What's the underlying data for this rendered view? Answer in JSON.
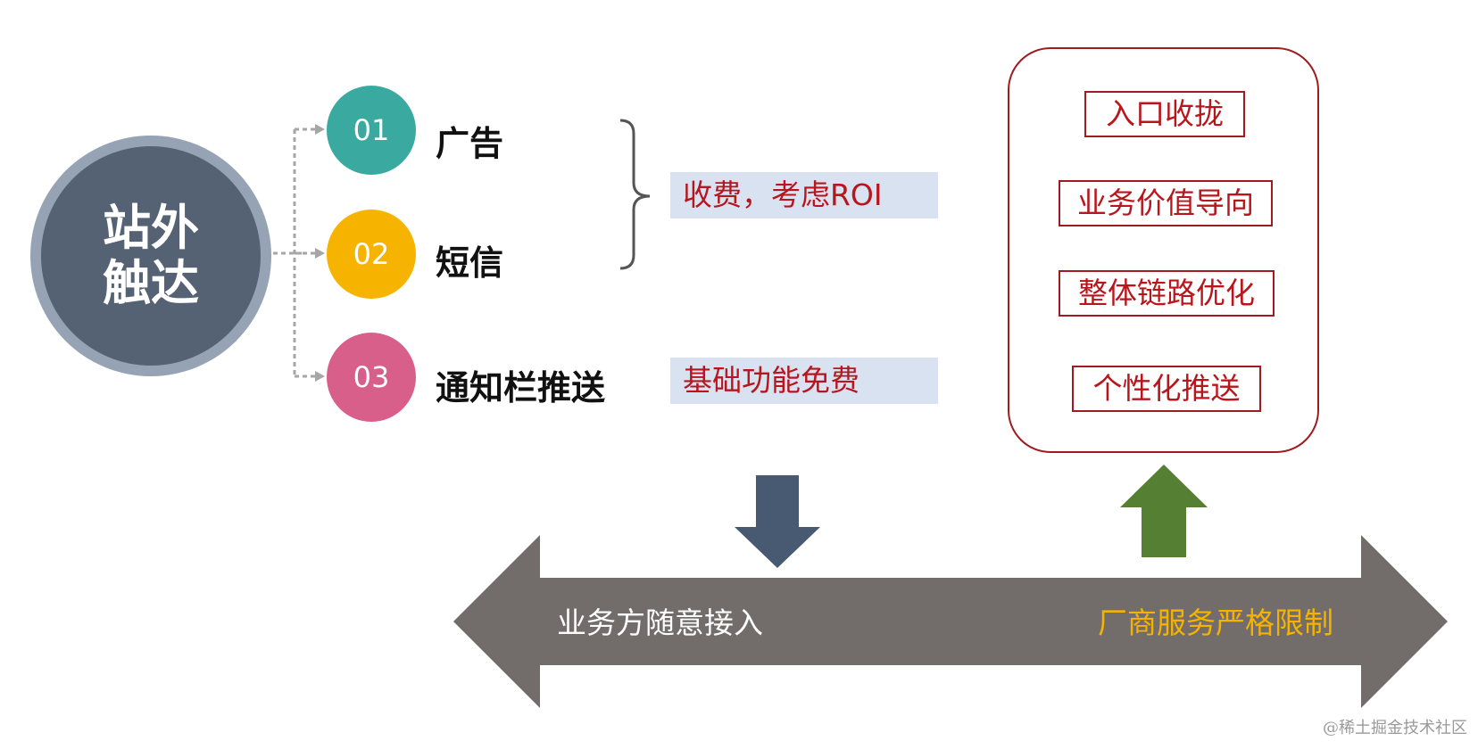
{
  "hub": {
    "line1": "站外",
    "line2": "触达"
  },
  "items": [
    {
      "number": "01",
      "label": "广告",
      "color": "#3aa99f"
    },
    {
      "number": "02",
      "label": "短信",
      "color": "#f6b400"
    },
    {
      "number": "03",
      "label": "通知栏推送",
      "color": "#d95f8b"
    }
  ],
  "notes": {
    "paid": "收费，考虑ROI",
    "free": "基础功能免费"
  },
  "panel": {
    "tags": [
      "入口收拢",
      "业务价值导向",
      "整体链路优化",
      "个性化推送"
    ]
  },
  "double_arrow": {
    "left_text": "业务方随意接入",
    "right_text": "厂商服务严格限制",
    "body_color": "#726d6b",
    "left_text_color": "#ffffff",
    "right_text_color": "#f5b300"
  },
  "arrows": {
    "down_color": "#485a72",
    "up_color": "#558034"
  },
  "watermark": "@稀土掘金技术社区"
}
